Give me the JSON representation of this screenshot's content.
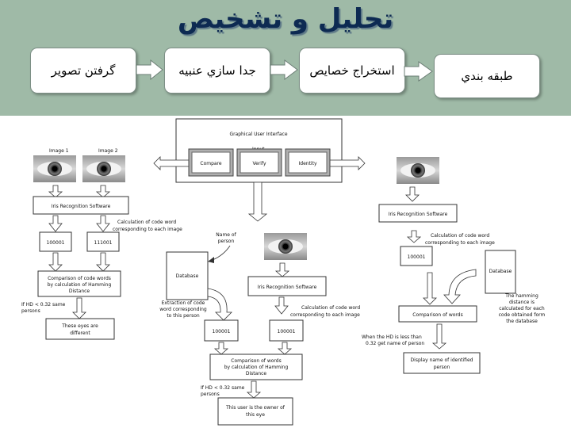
{
  "header": {
    "title": "تحليل و تشخيص",
    "steps": [
      "گرفتن تصوير",
      "جدا سازي عنبيه",
      "استخراج خصايص",
      "طبقه بندي"
    ]
  },
  "gui": {
    "title": "Graphical User Interface",
    "input_label": "Input",
    "buttons": [
      "Compare",
      "Verify",
      "Identity"
    ]
  },
  "compare": {
    "image1": "Image 1",
    "image2": "Image 2",
    "software": "Iris Recognition Software",
    "calc_line1": "Calculation of code word",
    "calc_line2": "corresponding to each image",
    "code1": "100001",
    "code2": "111001",
    "comparison_line1": "Comparison of code words",
    "comparison_line2": "by calculation of Hamming",
    "comparison_line3": "Distance",
    "condition_line1": "If HD < 0.32 same",
    "condition_line2": "persons",
    "result_line1": "These eyes are",
    "result_line2": "different"
  },
  "verify": {
    "name_line1": "Name of",
    "name_line2": "person",
    "database": "Database",
    "extraction_line1": "Extraction of code",
    "extraction_line2": "word corresponding",
    "extraction_line3": "to this person",
    "software": "Iris Recognition Software",
    "calc_line1": "Calculation of code word",
    "calc_line2": "corresponding to each image",
    "code1": "100001",
    "code2": "100001",
    "comparison_line1": "Comparison of words",
    "comparison_line2": "by calculation of Hamming",
    "comparison_line3": "Distance",
    "condition_line1": "If HD < 0.32 same",
    "condition_line2": "persons",
    "result_line1": "This user is the owner of",
    "result_line2": "this eye"
  },
  "identify": {
    "software": "Iris Recognition Software",
    "calc_line1": "Calculation of code word",
    "calc_line2": "corresponding to each image",
    "code": "100001",
    "database": "Database",
    "hamming_line1": "The hamming",
    "hamming_line2": "distance is",
    "hamming_line3": "calculated for each",
    "hamming_line4": "code obtained form",
    "hamming_line5": "the database",
    "comparison": "Comparison of words",
    "condition_line1": "When the HD is less than",
    "condition_line2": "0.32 get name of person",
    "result_line1": "Display name of identified",
    "result_line2": "person"
  }
}
